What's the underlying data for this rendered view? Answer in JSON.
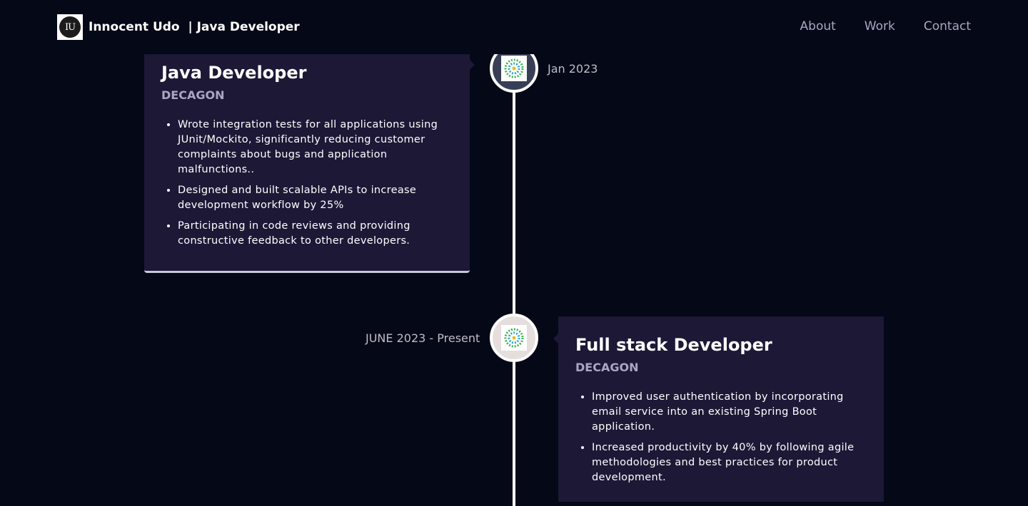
{
  "header": {
    "logo_text": "IU",
    "brand_name": "Innocent Udo  | Java Developer",
    "nav": [
      {
        "label": "About"
      },
      {
        "label": "Work"
      },
      {
        "label": "Contact"
      }
    ]
  },
  "experiences": [
    {
      "title": "Java Developer",
      "company": "DECAGON",
      "date": "Jan 2023",
      "icon": "decagon-logo-icon",
      "points": [
        "Wrote integration tests for all applications using JUnit/Mockito, significantly reducing customer complaints about bugs and application malfunctions..",
        "Designed and built scalable APIs to increase development workflow by 25%",
        "Participating in code reviews and providing constructive feedback to other developers."
      ]
    },
    {
      "title": "Full stack Developer",
      "company": "DECAGON",
      "date": "JUNE 2023 - Present",
      "icon": "decagon-logo-icon",
      "points": [
        "Improved user authentication by incorporating email service into an existing Spring Boot application.",
        "Increased productivity by 40% by following agile methodologies and best practices for product development."
      ]
    }
  ],
  "colors": {
    "background": "#050816",
    "card": "#1d1836",
    "secondary_text": "#aaa6c3",
    "accent_line": "#ffffff"
  }
}
